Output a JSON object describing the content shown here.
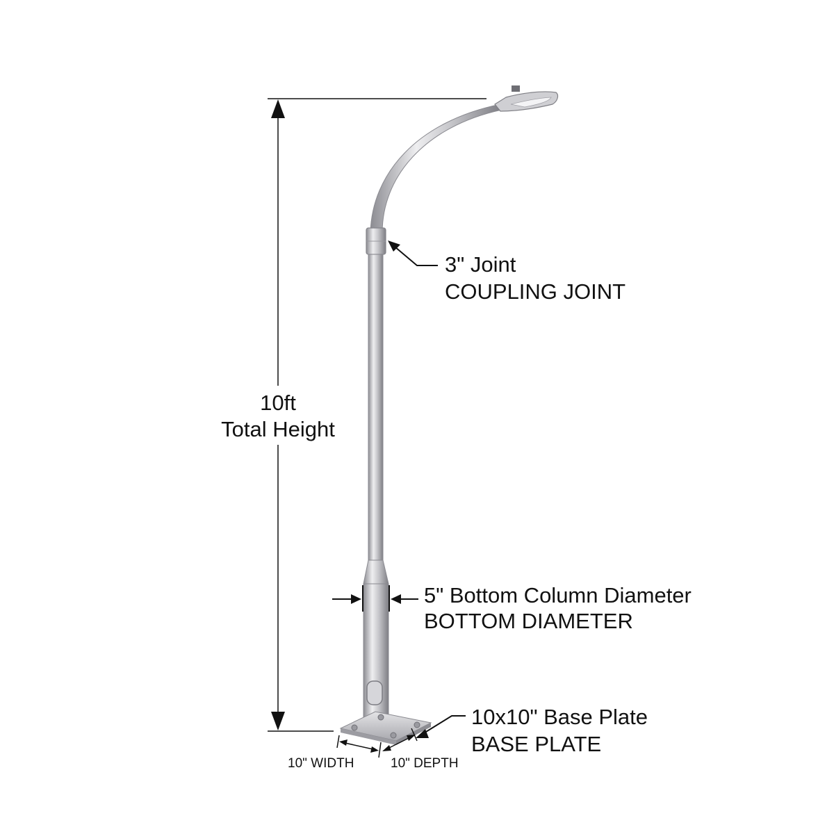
{
  "height_dimension": {
    "value": "10ft",
    "label": "Total Height"
  },
  "joint_callout": {
    "size": "3\" Joint",
    "name": "COUPLING JOINT"
  },
  "diameter_callout": {
    "size": "5\" Bottom Column Diameter",
    "name": "BOTTOM DIAMETER"
  },
  "base_callout": {
    "size": "10x10\" Base Plate",
    "name": "BASE PLATE"
  },
  "base_dimensions": {
    "width": "10\" WIDTH",
    "depth": "10\" DEPTH"
  },
  "colors": {
    "line": "#111111",
    "pole_light": "#e6e6e8",
    "pole_mid": "#b9b9bd",
    "pole_dark": "#8a8a90"
  }
}
